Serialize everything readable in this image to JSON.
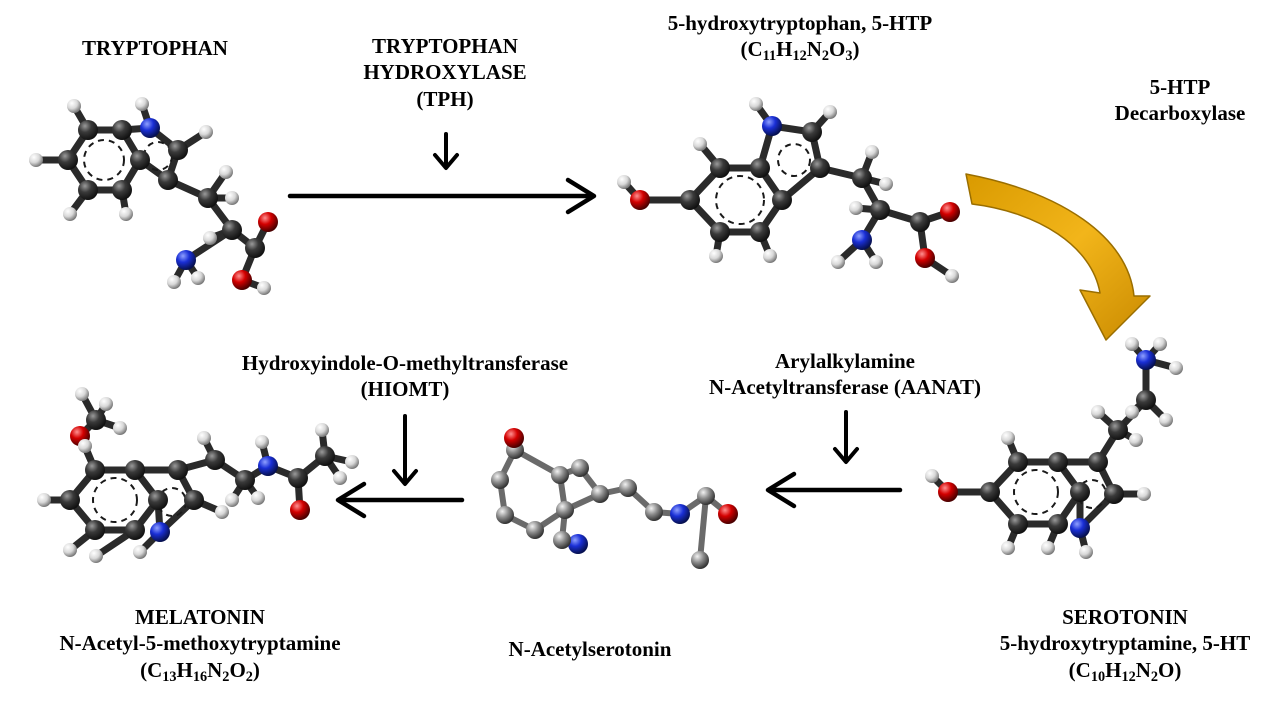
{
  "tryptophan": {
    "name": "TRYPTOPHAN"
  },
  "enzyme_tph": {
    "line1": "TRYPTOPHAN",
    "line2": "HYDROXYLASE",
    "line3": "(TPH)"
  },
  "htp": {
    "name": "5-hydroxytryptophan, 5-HTP",
    "formula": [
      "(C",
      "11",
      "H",
      "12",
      "N",
      "2",
      "O",
      "3",
      ")"
    ]
  },
  "enzyme_decarboxylase": {
    "line1": "5-HTP",
    "line2": "Decarboxylase"
  },
  "enzyme_hiomt": {
    "line1": "Hydroxyindole-O-methyltransferase",
    "line2": "(HIOMT)"
  },
  "enzyme_aanat": {
    "line1": "Arylalkylamine",
    "line2": "N-Acetyltransferase (AANAT)"
  },
  "melatonin": {
    "name": "MELATONIN",
    "alt_name": "N-Acetyl-5-methoxytryptamine",
    "formula": [
      "(C",
      "13",
      "H",
      "16",
      "N",
      "2",
      "O",
      "2",
      ")"
    ]
  },
  "n_acetylserotonin": {
    "name": "N-Acetylserotonin"
  },
  "serotonin": {
    "name": "SEROTONIN",
    "alt_name": "5-hydroxytryptamine, 5-HT",
    "formula": [
      "(C",
      "10",
      "H",
      "12",
      "N",
      "2",
      "O)"
    ]
  },
  "colors": {
    "carbon": "#3a3a3a",
    "carbon_light": "#8a8a8a",
    "hydrogen": "#e0e0e0",
    "nitrogen": "#1a2fd6",
    "oxygen": "#d40000",
    "curved_arrow": "#e8aa0c",
    "arrow": "#000000"
  }
}
